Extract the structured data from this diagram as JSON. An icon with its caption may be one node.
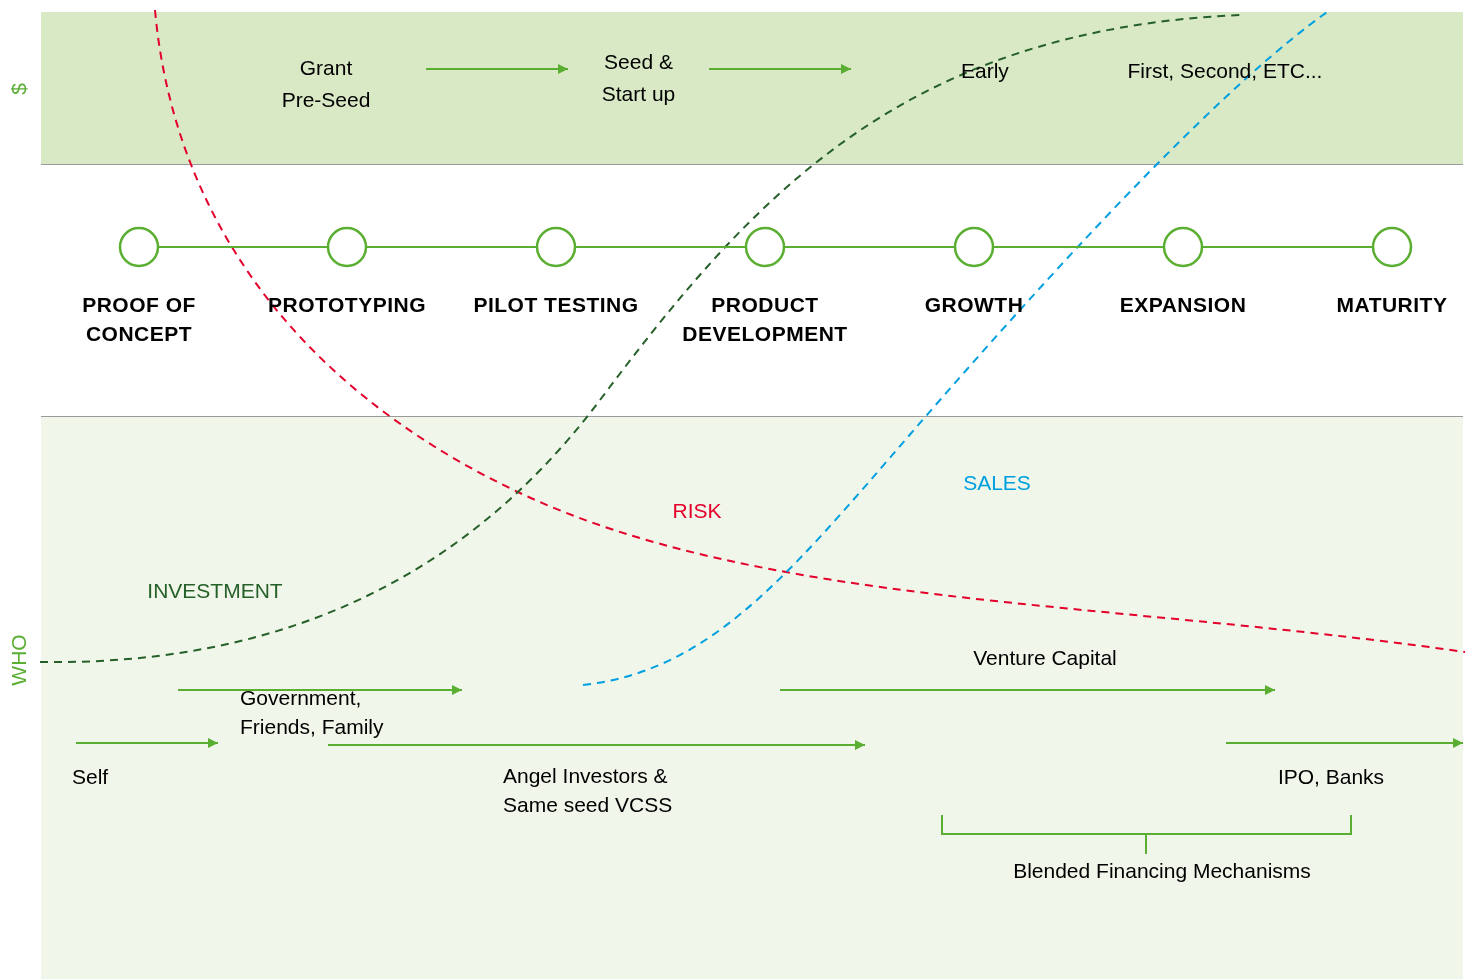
{
  "diagram": {
    "nodes": [
      {
        "text": [
          "Grant Pre-Seed"
        ]
      },
      {
        "text": [
          "Seed & Start up"
        ]
      },
      {
        "text": [
          "Early"
        ]
      },
      {
        "text": [
          "First, Second, ETC..."
        ]
      },
      {
        "text": [],
        "shape": "circle",
        "beside": [
          "PROOF OF CONCEPT"
        ]
      },
      {
        "text": [],
        "shape": "circle",
        "beside": [
          "PROTOTYPING"
        ]
      },
      {
        "text": [],
        "shape": "circle",
        "beside": [
          "PILOT TESTING"
        ]
      },
      {
        "text": [],
        "shape": "circle",
        "beside": [
          "PRODUCT DEVELOPMENT"
        ]
      },
      {
        "text": [],
        "shape": "circle",
        "beside": [
          "GROWTH"
        ]
      },
      {
        "text": [],
        "shape": "circle",
        "beside": [
          "EXPANSION"
        ]
      },
      {
        "text": [],
        "shape": "circle",
        "beside": [
          "MATURITY"
        ]
      }
    ],
    "edges": [
      {
        "from": 0,
        "to": 1,
        "arrow": "to"
      },
      {
        "from": 1,
        "to": 2,
        "arrow": "to"
      },
      {
        "from": 4,
        "to": 5,
        "arrow": "none"
      },
      {
        "from": 5,
        "to": 6,
        "arrow": "none"
      },
      {
        "from": 6,
        "to": 7,
        "arrow": "none"
      },
      {
        "from": 7,
        "to": 8,
        "arrow": "none"
      },
      {
        "from": 8,
        "to": 9,
        "arrow": "none"
      },
      {
        "from": 9,
        "to": 10,
        "arrow": "none"
      }
    ],
    "labels": [
      "$",
      "SALES",
      "RISK",
      "INVESTMENT",
      "WHO",
      "Venture Capital",
      "Government, Friends, Family",
      "Self",
      "Angel Investors & Same seed VCSS",
      "IPO, Banks",
      "Blended Financing Mechanisms"
    ]
  }
}
